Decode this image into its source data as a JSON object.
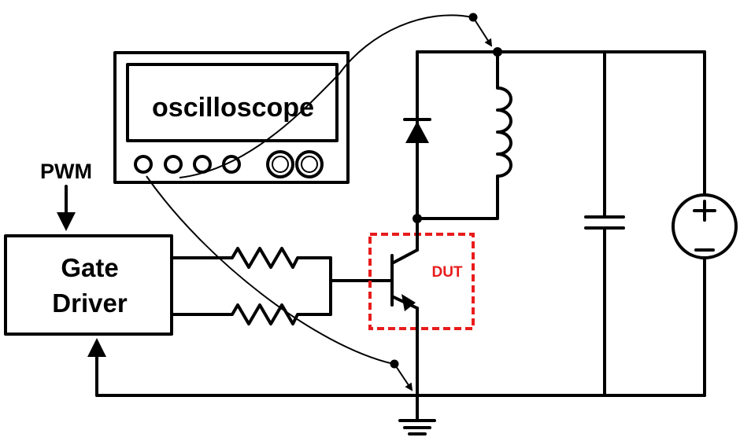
{
  "labels": {
    "oscilloscope": "oscilloscope",
    "pwm": "PWM",
    "gate_driver_line1": "Gate",
    "gate_driver_line2": "Driver",
    "dut": "DUT"
  },
  "colors": {
    "wire": "#000000",
    "dut_box": "#e81c1c",
    "background": "#ffffff"
  }
}
